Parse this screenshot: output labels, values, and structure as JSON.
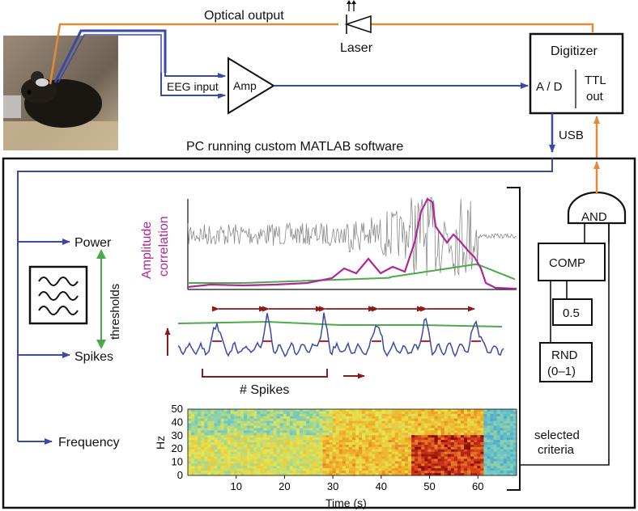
{
  "labels": {
    "optical_output": "Optical output",
    "laser": "Laser",
    "digitizer": "Digitizer",
    "ad": "A / D",
    "ttl": "TTL",
    "ttl_out": "out",
    "eeg_input": "EEG input",
    "amp": "Amp",
    "usb": "USB",
    "pc": "PC running custom MATLAB software",
    "power": "Power",
    "spikes": "Spikes",
    "frequency": "Frequency",
    "thresholds": "thresholds",
    "amplitude": "Amplitude",
    "correlation": "correlation",
    "n_spikes": "# Spikes",
    "and": "AND",
    "comp": "COMP",
    "const_value": "0.5",
    "rnd": "RND",
    "rnd_range": "(0–1)",
    "selected": "selected",
    "criteria": "criteria"
  },
  "colors": {
    "blue": "#3a4aa8",
    "orange": "#e08a3a",
    "magenta": "#b0279a",
    "green": "#4caa48",
    "dark_red": "#8b1a1a",
    "gray": "#8a8a8a"
  },
  "chart_data": {
    "type": "heatmap",
    "ylabel": "Hz",
    "xlabel": "Time (s)",
    "x_ticks": [
      "10",
      "20",
      "30",
      "40",
      "50",
      "60"
    ],
    "y_ticks": [
      "0",
      "10",
      "20",
      "30",
      "40",
      "50"
    ],
    "xlim": [
      0,
      68
    ],
    "ylim": [
      0,
      50
    ]
  }
}
